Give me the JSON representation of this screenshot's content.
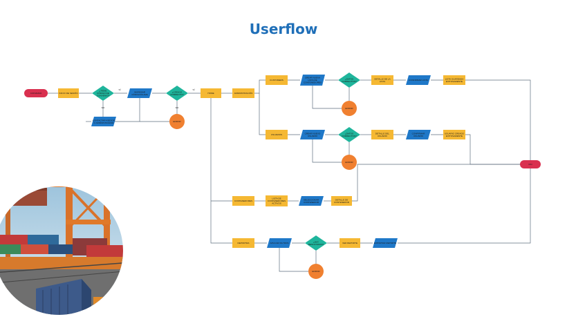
{
  "title": "Userflow",
  "colors": {
    "title": "#1f6fb8",
    "terminal": "#d9304f",
    "process": "#f5b833",
    "io": "#1f78c8",
    "decision": "#1fb59c",
    "error": "#f08030",
    "line": "#5d6d7e"
  },
  "nodes": {
    "start": "CONVENIO",
    "login": "INICIO DE SESIÓN",
    "hascode": "¿TIENE CÓDIGO DE CONVENIO?",
    "entercode": "INGRESAR CÓDIGO/CLAVE",
    "codeok": "¿CÓDIGO CORRECTO?",
    "contact": "CONTACTAR ASESOR O ADMINISTRADOR",
    "err1": "ERROR",
    "home": "HOME",
    "admin": "ADMINISTRACIÓN",
    "customers": "CUSTOMERS",
    "createlist": "CREAR NUEVA LISTA DE CONTENEDORES",
    "dataok1": "¿DATOS CORRECTOS?",
    "err2": "ERROR",
    "listdetail": "DETALLE DE LA LISTA",
    "confirmlist": "CONFIRMAR LISTA",
    "listcreated": "LISTA GUARDADA EXITOSAMENTE",
    "users": "USUARIOS",
    "createuser": "CREAR NUEVO USUARIO",
    "dataok2": "¿DATOS CORRECTOS?",
    "userdetail": "DETALLE DEL USUARIO",
    "confirmuser": "CONFIRMAR USUARIO",
    "usercreated": "USUARIO CREADO EXITOSAMENTE",
    "err3": "ERROR",
    "end": "FIN",
    "containers": "CONTENEDORES",
    "activelist": "LISTA DE CONTENEDORES ACTIVOS",
    "selectcont": "SELECCIONAR CONTENEDOR",
    "contdetail": "DETALLE DE CONTENEDOR",
    "reports": "REPORTES",
    "applyfilter": "APLICAR FILTROS",
    "results": "¿HAY RESULTADOS?",
    "err4": "ERROR",
    "showreport": "VER REPORTE",
    "exportreport": "EXPORTAR REPORTE"
  },
  "edge_labels": {
    "no1": "NO",
    "no2": "NO",
    "yes1": "SÍ",
    "yes2": "SÍ"
  },
  "image": {
    "subject": "container-port-crane-photo"
  }
}
